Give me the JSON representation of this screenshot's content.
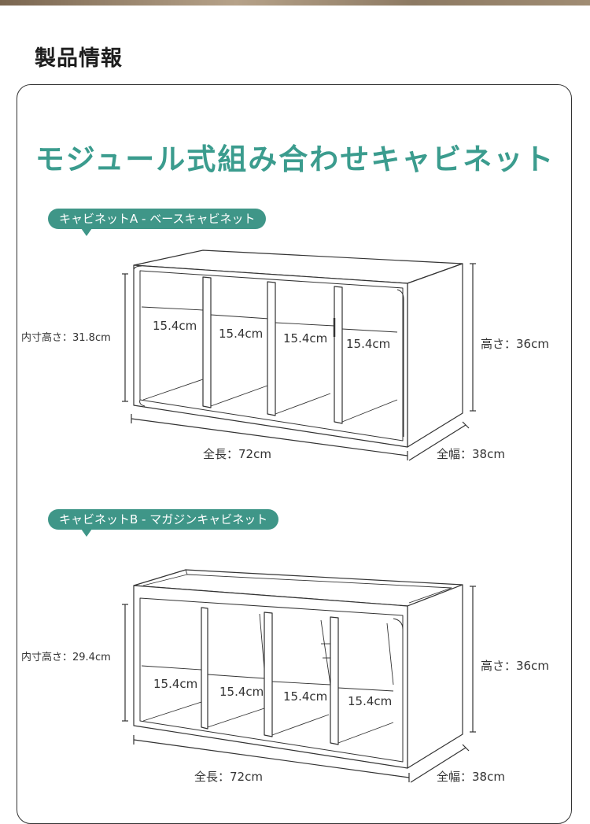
{
  "page_title": "製品情報",
  "headline": "モジュール式組み合わせキャビネット",
  "cabinet_a": {
    "label": "キャビネットA - ベースキャビネット",
    "inner_height": "内寸高さ：31.8cm",
    "height": "高さ：36cm",
    "length": "全長：72cm",
    "width": "全幅：38cm",
    "cells": [
      "15.4cm",
      "15.4cm",
      "15.4cm",
      "15.4cm"
    ]
  },
  "cabinet_b": {
    "label": "キャビネットB - マガジンキャビネット",
    "inner_height": "内寸高さ：29.4cm",
    "height": "高さ：36cm",
    "length": "全長：72cm",
    "width": "全幅：38cm",
    "cells": [
      "15.4cm",
      "15.4cm",
      "15.4cm",
      "15.4cm"
    ]
  },
  "colors": {
    "accent": "#3b9c8e",
    "pill": "#3f9688",
    "line": "#333333"
  }
}
